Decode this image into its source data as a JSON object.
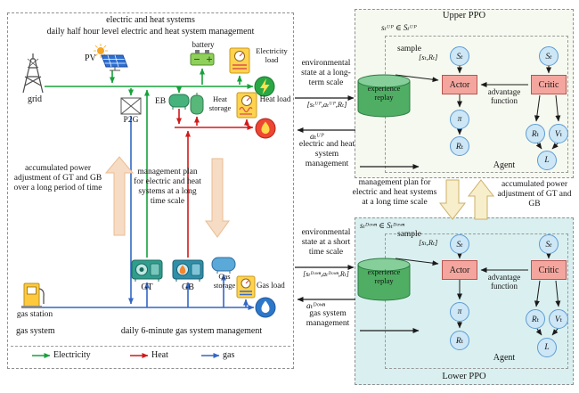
{
  "left_panel": {
    "title_line1": "electric and heat systems",
    "title_line2": "daily half hour level electric and heat system management",
    "pv_label": "PV",
    "battery_label": "battery",
    "electricity_load_label": "Electricity load",
    "grid_label": "grid",
    "p2g_label": "P2G",
    "eb_label": "EB",
    "heat_storage_label": "Heat storage",
    "heat_load_label": "Heat load",
    "flow_up_text": "accumulated power adjustment of GT and GB over a long period of time",
    "flow_down_text": "management plan for electric and heat systems at a long time scale",
    "gas_station_label": "gas station",
    "gt_label": "GT",
    "gb_label": "GB",
    "gas_storage_label": "Gas storage",
    "gas_load_label": "Gas load",
    "gas_system_label": "gas system",
    "gas_management_label": "daily 6-minute gas system management",
    "legend": [
      {
        "label": "Electricity",
        "color": "#17a13a"
      },
      {
        "label": "Heat",
        "color": "#d11a1a"
      },
      {
        "label": "gas",
        "color": "#3467c4"
      }
    ]
  },
  "interface": {
    "env_state_long": "environmental state at a long-term scale",
    "tuple_up": "[sₜᵁᴾ,aₜᵁᴾ,Rₜ]",
    "action_up": "aₜᵁᴾ",
    "ehs_management": "electric and heat system management",
    "plan_text": "management plan for electric and heat systems at a long time scale",
    "accum_text": "accumulated power adjustment of GT and GB",
    "env_state_short": "environmental state at a short time scale",
    "tuple_down": "[sₜᴰᵒʷⁿ,aₜᴰᵒʷⁿ,Rₜ]",
    "action_down": "aₜᴰᵒʷⁿ",
    "gas_management": "gas system management"
  },
  "upper_ppo": {
    "title": "Upper PPO",
    "state_constraint": "sₜᵁᴾ ∈ Sₜᵁᴾ",
    "sample_label": "sample",
    "sample_tuple": "[sₜ,Rₜ]",
    "replay_label": "experience replay",
    "actor_label": "Actor",
    "critic_label": "Critic",
    "advantage_label": "advantage function",
    "agent_label": "Agent",
    "nodes": {
      "state_left": "Sₜ",
      "state_right": "Sₜ",
      "policy": "π",
      "reward": "Rₜ",
      "reward_right": "Rₜ",
      "value": "Vₜ",
      "loss": "L"
    }
  },
  "lower_ppo": {
    "title": "Lower PPO",
    "state_constraint": "sₜᴰᵒʷⁿ ∈ Sₜᴰᵒʷⁿ",
    "sample_label": "sample",
    "sample_tuple": "[sₜ,Rₜ]",
    "replay_label": "experience replay",
    "actor_label": "Actor",
    "critic_label": "Critic",
    "advantage_label": "advantage function",
    "agent_label": "Agent",
    "nodes": {
      "state_left": "Sₜ",
      "state_right": "Sₜ",
      "policy": "π",
      "reward": "Rₜ",
      "reward_right": "Rₜ",
      "value": "Vₜ",
      "loss": "L"
    }
  },
  "colors": {
    "electricity": "#17a13a",
    "heat": "#d11a1a",
    "gas": "#3467c4",
    "actor_critic_fill": "#f4a69e",
    "replay_fill": "#4fae63",
    "node_fill": "#cde7f6",
    "upper_ppo_bg": "#f6f9ef",
    "lower_ppo_bg": "#daf0f0",
    "block_arrow_left": "#f6dcc4",
    "block_arrow_mid": "#f7eecb"
  }
}
